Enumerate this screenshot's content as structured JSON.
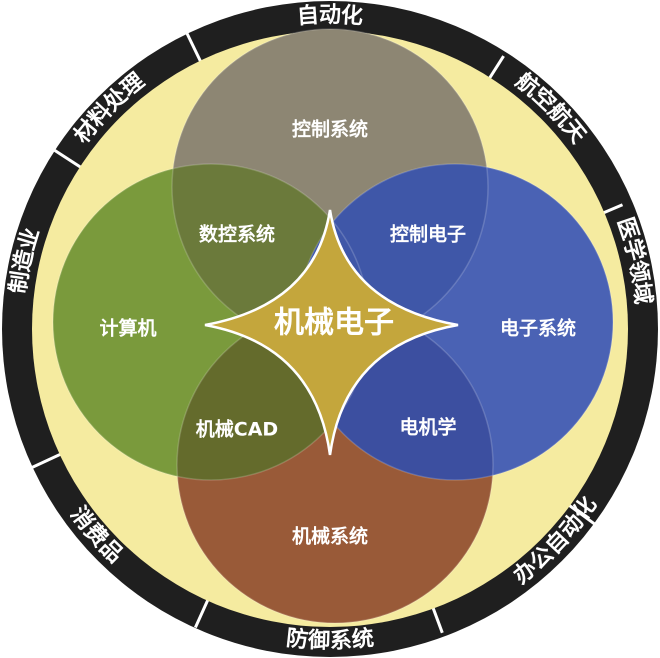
{
  "ring": {
    "labels": [
      "自动化",
      "航空航天",
      "医学领域",
      "办公自动化",
      "防御系统",
      "消费品",
      "制造业",
      "材料处理"
    ]
  },
  "circles": {
    "top": "控制系统",
    "left": "计算机",
    "right": "电子系统",
    "bottom": "机械系统"
  },
  "overlaps": {
    "top_left": "数控系统",
    "top_right": "控制电子",
    "bottom_left": "机械CAD",
    "bottom_right": "电机学"
  },
  "center": "机械电子",
  "colors": {
    "ring_dark": "#1f1f1f",
    "ring_gap": "#bdbdbd",
    "yellow_bg": "#f5eba0",
    "top_circle": "#8d8673",
    "left_circle": "#7a9a3c",
    "right_circle": "#4a62b4",
    "bottom_circle": "#995a38",
    "center": "#c4a63c"
  }
}
